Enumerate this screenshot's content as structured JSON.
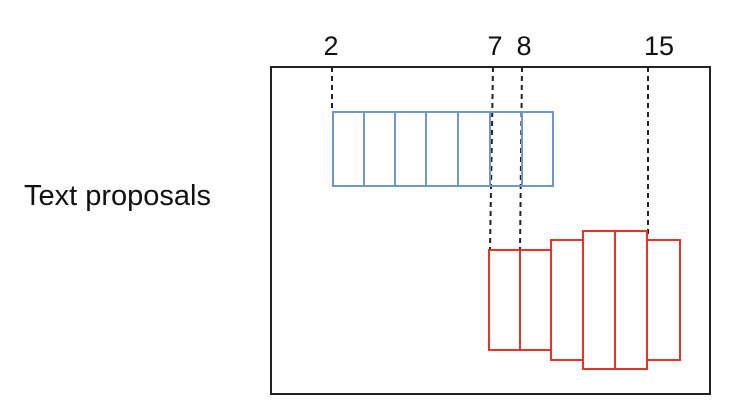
{
  "side_label": "Text proposals",
  "position_labels": {
    "a": "2",
    "b": "7",
    "c": "8",
    "d": "15"
  },
  "colors": {
    "frame": "#222222",
    "blue_boxes": "#6f98c8",
    "red_boxes": "#e8332a",
    "guide_lines": "#222222"
  },
  "blue_group": {
    "box_count": 7
  },
  "red_group": {
    "box_count": 6
  }
}
